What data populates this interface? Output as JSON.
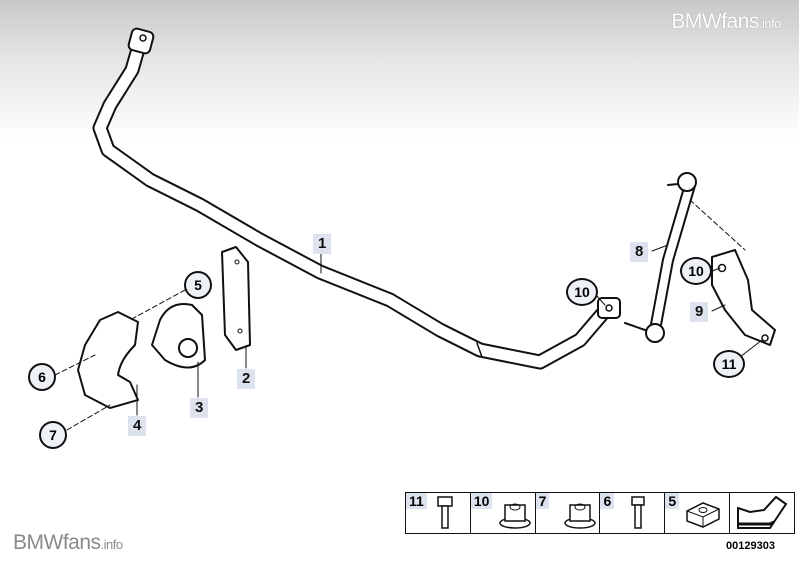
{
  "watermark_top": {
    "brand": "BMWfans",
    "suffix": ".info"
  },
  "watermark_bottom": {
    "brand": "BMWfans",
    "suffix": ".info"
  },
  "callouts": {
    "c1": "1",
    "c2": "2",
    "c3": "3",
    "c4": "4",
    "c5": "5",
    "c6": "6",
    "c7": "7",
    "c8": "8",
    "c9": "9",
    "c10a": "10",
    "c10b": "10",
    "c11": "11"
  },
  "legend": [
    {
      "number": "11",
      "icon": "hex-bolt-icon"
    },
    {
      "number": "10",
      "icon": "flange-nut-icon"
    },
    {
      "number": "7",
      "icon": "flange-nut-icon"
    },
    {
      "number": "6",
      "icon": "hex-bolt-icon"
    },
    {
      "number": "5",
      "icon": "square-nut-icon"
    },
    {
      "number": "",
      "icon": "arrow-icon"
    }
  ],
  "part_number": "00129303"
}
